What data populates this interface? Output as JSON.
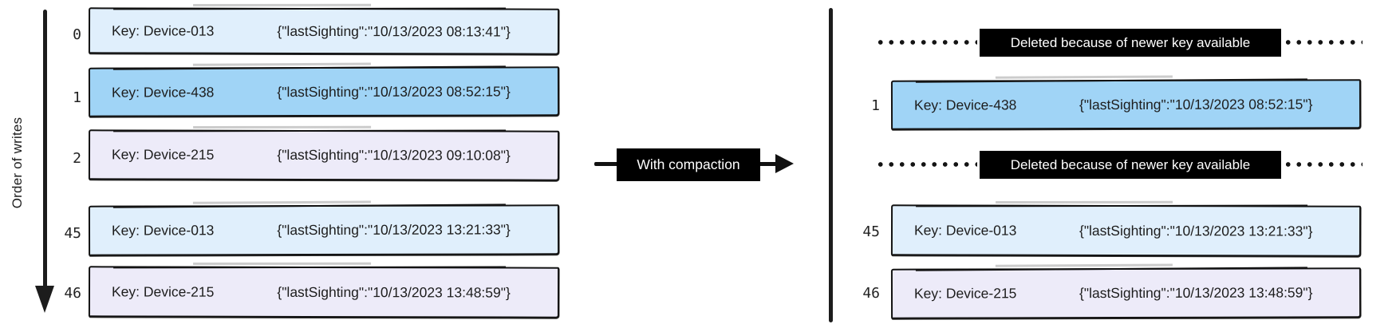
{
  "diagram": {
    "left_panel": {
      "axis_label": "Order of writes",
      "rows": [
        {
          "id": "0",
          "key": "Key: Device-013",
          "value": "{\"lastSighting\":\"10/13/2023 08:13:41\"}",
          "color": "#e0effc"
        },
        {
          "id": "1",
          "key": "Key: Device-438",
          "value": "{\"lastSighting\":\"10/13/2023 08:52:15\"}",
          "color": "#a0d4f6"
        },
        {
          "id": "2",
          "key": "Key: Device-215",
          "value": "{\"lastSighting\":\"10/13/2023 09:10:08\"}",
          "color": "#edebf9"
        },
        {
          "id": "45",
          "key": "Key: Device-013",
          "value": "{\"lastSighting\":\"10/13/2023 13:21:33\"}",
          "color": "#e0effc"
        },
        {
          "id": "46",
          "key": "Key: Device-215",
          "value": "{\"lastSighting\":\"10/13/2023 13:48:59\"}",
          "color": "#edebf9"
        }
      ]
    },
    "transform_arrow": {
      "label": "With compaction"
    },
    "right_panel": {
      "items": [
        {
          "type": "deleted-banner",
          "label": "Deleted because of newer key available"
        },
        {
          "type": "row",
          "id": "1",
          "key": "Key: Device-438",
          "value": "{\"lastSighting\":\"10/13/2023 08:52:15\"}",
          "color": "#a0d4f6"
        },
        {
          "type": "deleted-banner",
          "label": "Deleted because of newer key available"
        },
        {
          "type": "row",
          "id": "45",
          "key": "Key: Device-013",
          "value": "{\"lastSighting\":\"10/13/2023 13:21:33\"}",
          "color": "#e0effc"
        },
        {
          "type": "row",
          "id": "46",
          "key": "Key: Device-215",
          "value": "{\"lastSighting\":\"10/13/2023 13:48:59\"}",
          "color": "#edebf9"
        }
      ]
    },
    "colors": {
      "record_light_blue": "#e0effc",
      "record_medium_blue": "#a0d4f6",
      "record_lavender": "#edebf9",
      "banner_black": "#000000",
      "ink": "#1c1c1c"
    }
  }
}
